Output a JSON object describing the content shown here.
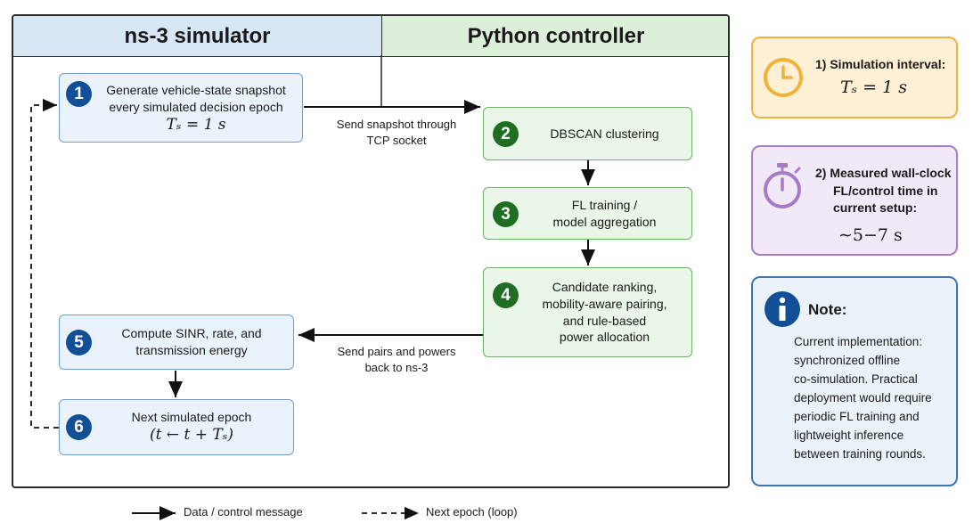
{
  "headers": {
    "ns3": "ns-3 simulator",
    "python": "Python controller"
  },
  "steps": [
    {
      "num": "1",
      "line1": "Generate vehicle-state snapshot",
      "line2": "every simulated decision epoch",
      "math": "Tₛ = 1 s"
    },
    {
      "num": "2",
      "line1": "DBSCAN clustering"
    },
    {
      "num": "3",
      "line1": "FL training /",
      "line2": "model aggregation"
    },
    {
      "num": "4",
      "line1": "Candidate ranking,",
      "line2": "mobility-aware pairing,",
      "line3": "and rule-based",
      "line4": "power allocation"
    },
    {
      "num": "5",
      "line1": "Compute SINR, rate, and",
      "line2": "transmission energy"
    },
    {
      "num": "6",
      "line1": "Next simulated epoch",
      "math": "(t ← t + Tₛ)"
    }
  ],
  "edge_labels": {
    "send_snapshot_1": "Send snapshot through",
    "send_snapshot_2": "TCP socket",
    "send_pairs_1": "Send pairs and powers",
    "send_pairs_2": "back to ns-3"
  },
  "side_panels": {
    "sim_interval": {
      "title": "1)  Simulation interval:",
      "value": "Tₛ = 1 s",
      "icon": "clock-icon",
      "color": "#efb23b"
    },
    "wall_clock": {
      "title1": "2)  Measured wall-clock",
      "title2": "FL/control time in",
      "title3": "current setup:",
      "value": "∼5−7 s",
      "icon": "stopwatch-icon",
      "color": "#a77bc8"
    },
    "note": {
      "title": "Note:",
      "icon": "info-icon",
      "color": "#124f96",
      "lines": [
        "Current implementation:",
        "synchronized offline",
        "co-simulation. Practical",
        "deployment would require",
        "periodic FL training and",
        "lightweight inference",
        "between training rounds."
      ]
    }
  },
  "legend": {
    "solid": "Data / control message",
    "dashed": "Next epoch (loop)"
  }
}
